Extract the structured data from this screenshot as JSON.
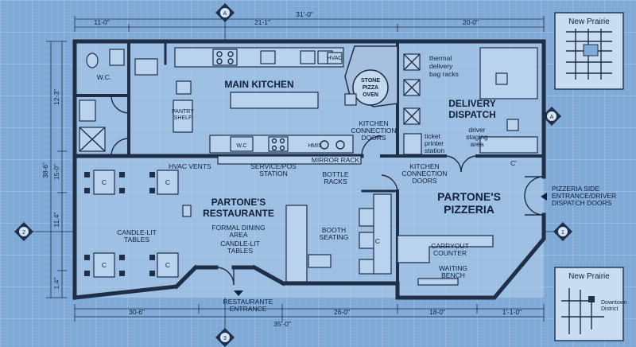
{
  "dimensions": {
    "top_total": "31'-0\"",
    "top_left": "11-0\"",
    "top_mid": "21-1\"",
    "top_right": "20-0\"",
    "left_total": "38-6\"",
    "left_top": "12-3\"",
    "left_mid": "15-0\"",
    "left_low": "11.4\"",
    "left_bottom": "1.4\"",
    "bottom_a": "30-6\"",
    "bottom_b": "26-0\"",
    "bottom_c": "18-0\"",
    "bottom_d": "1'-1-0\"",
    "bottom_total": "35'-0\""
  },
  "grid_markers": {
    "top": "A",
    "bottom": "3",
    "left": "2",
    "right": "1",
    "right_upper": "A"
  },
  "rooms": {
    "wc_top": "W.C.",
    "main_kitchen": "MAIN KITCHEN",
    "stone_oven": [
      "STONE",
      "PIZZA",
      "OVEN"
    ],
    "delivery_dispatch": [
      "DELIVERY",
      "DISPATCH"
    ],
    "thermal_racks": [
      "thermal",
      "delivery",
      "bag racks"
    ],
    "kitchen_conn_top": [
      "KITCHEN",
      "CONNECTION",
      "DOORS"
    ],
    "ticket_printer": [
      "ticket",
      "printer",
      "station"
    ],
    "driver_staging": [
      "driver",
      "staging",
      "area"
    ],
    "hvac_vents": "HVAC VENTS",
    "service_pos": [
      "SERVICE/POS",
      "STATION"
    ],
    "mirror_rack": "MIRROR RACK",
    "bottle_racks": [
      "BOTTLE",
      "RACKS"
    ],
    "kitchen_conn_mid": [
      "KITCHEN",
      "CONNECTION",
      "DOORS"
    ],
    "restaurante": [
      "PARTONE'S",
      "RESTAURANTE"
    ],
    "pizzeria": [
      "PARTONE'S",
      "PIZZERIA"
    ],
    "formal_dining": [
      "FORMAL DINING",
      "AREA"
    ],
    "candle_lit_center": [
      "CANDLE-LIT",
      "TABLES"
    ],
    "candle_lit_left": [
      "CANDLE-LIT",
      "TABLES"
    ],
    "booth_seating": [
      "BOOTH",
      "SEATING"
    ],
    "carryout_counter": [
      "CARRYOUT",
      "COUNTER"
    ],
    "waiting_bench": [
      "WAITING",
      "BENCH"
    ],
    "entrance": [
      "RESTAURANTE",
      "ENTRANCE"
    ],
    "side_entrance": [
      "PIZZERIA SIDE",
      "ENTRANCE/DRIVER",
      "DISPATCH DOORS"
    ],
    "wc_kitchen": "W.C",
    "hmis": "HMIS",
    "hvac_small": "HVAC",
    "pantry": [
      "PANTRY",
      "SHELF"
    ]
  },
  "table_marks": {
    "c": "C",
    "c_small": "C'"
  },
  "maps": {
    "top_title": "New Prairie",
    "bottom_title": "New Prairie",
    "district": [
      "Downtown",
      "District"
    ]
  }
}
